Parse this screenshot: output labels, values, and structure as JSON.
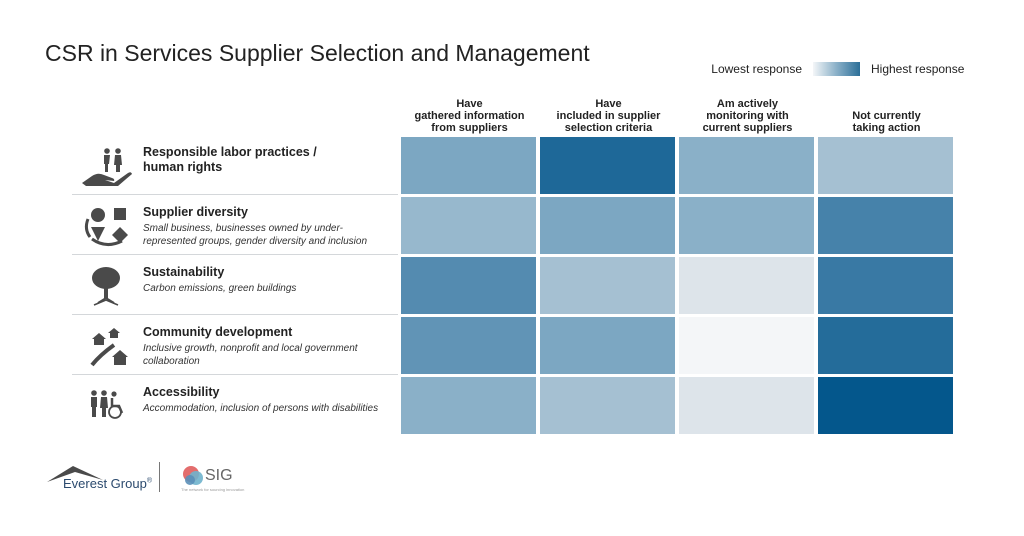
{
  "title": "CSR in Services Supplier Selection and Management",
  "legend": {
    "low_label": "Lowest response",
    "high_label": "Highest response",
    "low_color": "#f4f6f8",
    "high_color": "#04578c"
  },
  "chart_data": {
    "type": "heatmap",
    "title": "CSR in Services Supplier Selection and Management",
    "value_scale": "relative response level, 0 = lowest, 1 = highest",
    "columns": [
      "Have\ngathered information\nfrom suppliers",
      "Have\nincluded in supplier\nselection criteria",
      "Am actively\nmonitoring with\ncurrent suppliers",
      "Not currently\ntaking action"
    ],
    "rows": [
      {
        "title": "Responsible labor practices /\nhuman rights",
        "subtitle": "",
        "icon": "hand-holding-people-icon",
        "values": [
          0.55,
          0.9,
          0.5,
          0.4
        ]
      },
      {
        "title": "Supplier diversity",
        "subtitle": "Small business, businesses owned by under-\nrepresented groups, gender diversity and inclusion",
        "icon": "diversity-shapes-icon",
        "values": [
          0.45,
          0.55,
          0.5,
          0.75
        ]
      },
      {
        "title": "Sustainability",
        "subtitle": "Carbon emissions, green buildings",
        "icon": "tree-icon",
        "values": [
          0.7,
          0.4,
          0.15,
          0.8
        ]
      },
      {
        "title": "Community development",
        "subtitle": "Inclusive growth, nonprofit and local government\ncollaboration",
        "icon": "community-houses-icon",
        "values": [
          0.65,
          0.55,
          0.0,
          0.88
        ]
      },
      {
        "title": "Accessibility",
        "subtitle": "Accommodation, inclusion of persons with disabilities",
        "icon": "accessibility-people-icon",
        "values": [
          0.5,
          0.4,
          0.15,
          1.0
        ]
      }
    ]
  },
  "footer": {
    "everest_label": "Everest Group",
    "everest_mark": "®",
    "sig_label": "SIG",
    "sig_tagline": "The network for sourcing innovation"
  }
}
